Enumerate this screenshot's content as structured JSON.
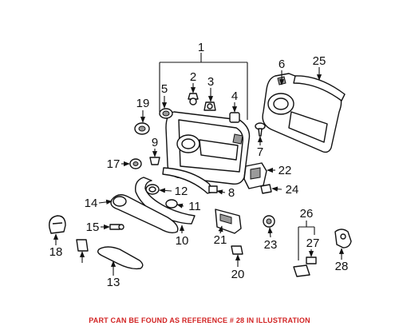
{
  "colors": {
    "footer_text": "#d22323",
    "line": "#111111",
    "background": "#ffffff"
  },
  "labels": {
    "l1": "1",
    "l2": "2",
    "l3": "3",
    "l4": "4",
    "l5": "5",
    "l6": "6",
    "l7": "7",
    "l8": "8",
    "l9": "9",
    "l10": "10",
    "l11": "11",
    "l12": "12",
    "l13": "13",
    "l14": "14",
    "l15": "15",
    "l17": "17",
    "l18": "18",
    "l19": "19",
    "l20": "20",
    "l21": "21",
    "l22": "22",
    "l23": "23",
    "l24": "24",
    "l25": "25",
    "l26": "26",
    "l27": "27",
    "l28": "28"
  },
  "footer": "PART CAN BE FOUND AS REFERENCE # 28 IN ILLUSTRATION"
}
